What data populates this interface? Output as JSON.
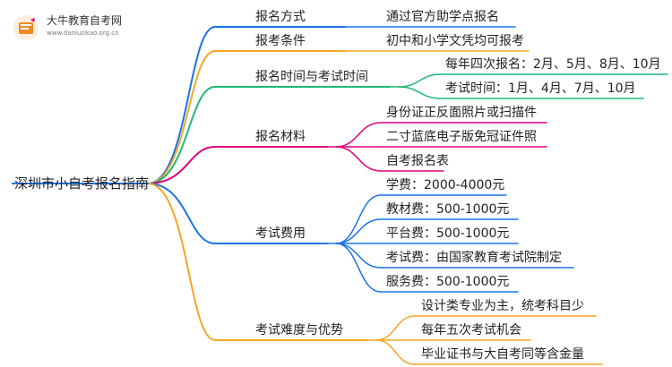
{
  "logo": {
    "name": "大牛教育自考网",
    "url": "www.daniuzikao.org.cn"
  },
  "colors": {
    "blue": "#1a73e8",
    "orange": "#f5a623",
    "green": "#1eb873",
    "magenta": "#e0007a"
  },
  "mindmap": {
    "root": "深圳市小自考报名指南",
    "branches": [
      {
        "label": "报名方式",
        "color": "blue",
        "children": [
          "通过官方助学点报名"
        ]
      },
      {
        "label": "报考条件",
        "color": "orange",
        "children": [
          "初中和小学文凭均可报考"
        ]
      },
      {
        "label": "报名时间与考试时间",
        "color": "green",
        "children": [
          "每年四次报名：2月、5月、8月、10月",
          "考试时间：1月、4月、7月、10月"
        ]
      },
      {
        "label": "报名材料",
        "color": "magenta",
        "children": [
          "身份证正反面照片或扫描件",
          "二寸蓝底电子版免冠证件照",
          "自考报名表"
        ]
      },
      {
        "label": "考试费用",
        "color": "blue",
        "children": [
          "学费：2000-4000元",
          "教材费：500-1000元",
          "平台费：500-1000元",
          "考试费：由国家教育考试院制定",
          "服务费：500-1000元"
        ]
      },
      {
        "label": "考试难度与优势",
        "color": "orange",
        "children": [
          "设计类专业为主，统考科目少",
          "每年五次考试机会",
          "毕业证书与大自考同等含金量"
        ]
      }
    ]
  }
}
